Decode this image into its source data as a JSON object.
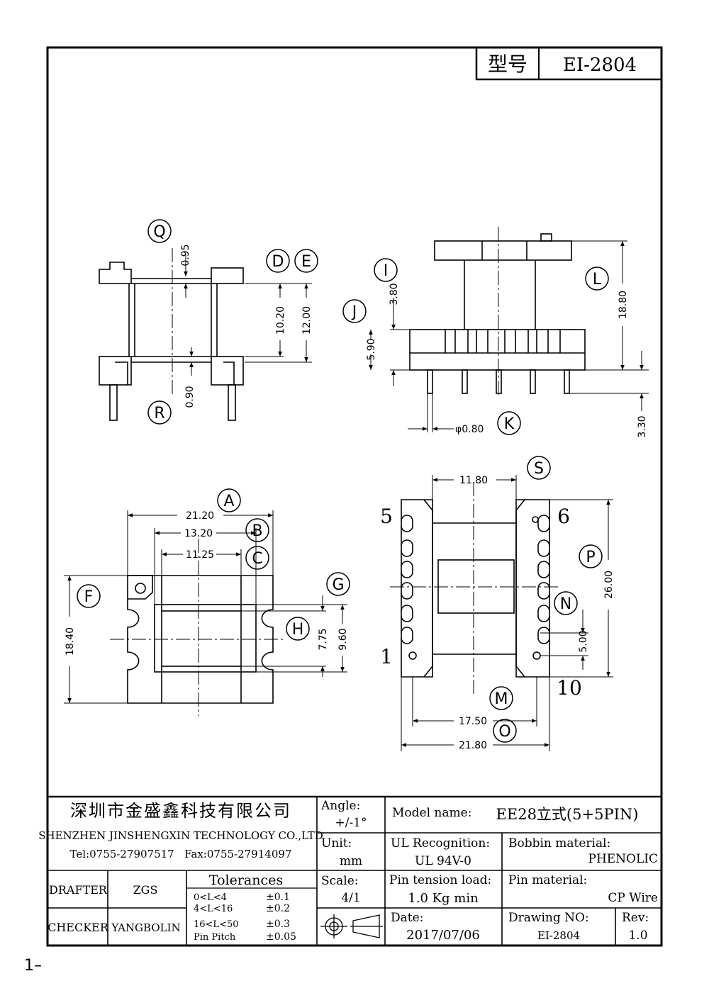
{
  "header": {
    "model_key": "型号",
    "model_value": "EI-2804"
  },
  "top_left_view": {
    "labels": {
      "q": "Q",
      "d": "D",
      "e": "E",
      "r": "R"
    },
    "dims": {
      "d095": "0.95",
      "d1020": "10.20",
      "d1200": "12.00",
      "d090": "0.90"
    }
  },
  "top_right_view": {
    "labels": {
      "i": "I",
      "j": "J",
      "l": "L",
      "k": "K"
    },
    "dims": {
      "d380": "3.80",
      "d590": "5.90",
      "d1880": "18.80",
      "d330": "3.30",
      "d080": "φ0.80"
    }
  },
  "bottom_left_view": {
    "labels": {
      "a": "A",
      "b": "B",
      "c": "C",
      "f": "F",
      "g": "G",
      "h": "H"
    },
    "dims": {
      "d2120": "21.20",
      "d1320": "13.20",
      "d1125": "11.25",
      "d184": "18.40",
      "d775": "7.75",
      "d960": "9.60"
    }
  },
  "bottom_right_view": {
    "labels": {
      "s": "S",
      "p": "P",
      "n": "N",
      "m": "M",
      "o": "O"
    },
    "pins": {
      "p5": "5",
      "p6": "6",
      "p1": "1",
      "p10": "10"
    },
    "dims": {
      "d1180": "11.80",
      "d2600": "26.00",
      "d500": "5.00",
      "d1750": "17.50",
      "d2180": "21.80"
    }
  },
  "title_block": {
    "company_cn": "深圳市金盛鑫科技有限公司",
    "company_en": "SHENZHEN JINSHENGXIN TECHNOLOGY CO.,LTD",
    "contact": "Tel:0755-27907517   Fax:0755-27914097",
    "angle_label": "Angle:",
    "angle_value": "+/-1°",
    "unit_label": "Unit:",
    "unit_value": "mm",
    "scale_label": "Scale:",
    "scale_value": "4/1",
    "model_name_label": "Model name:",
    "model_name_value": "EE28立式(5+5PIN)",
    "ul_label": "UL Recognition:",
    "ul_value": "UL 94V-0",
    "bobbin_label": "Bobbin material:",
    "bobbin_value": "PHENOLIC",
    "pin_tension_label": "Pin tension load:",
    "pin_tension_value": "1.0 Kg min",
    "pin_material_label": "Pin material:",
    "pin_material_value": "CP Wire",
    "date_label": "Date:",
    "date_value": "2017/07/06",
    "drawing_no_label": "Drawing NO:",
    "drawing_no_value": "EI-2804",
    "rev_label": "Rev:",
    "rev_value": "1.0",
    "drafter_label": "DRAFTER",
    "drafter_value": "ZGS",
    "checker_label": "CHECKER",
    "checker_value": "YANGBOLIN",
    "tolerances_title": "Tolerances",
    "tolerances": [
      {
        "range": "0<L<4",
        "tol": "±0.1"
      },
      {
        "range": "4<L<16",
        "tol": "±0.2"
      },
      {
        "range": "16<L<50",
        "tol": "±0.3"
      },
      {
        "range": "Pin Pitch",
        "tol": "±0.05"
      }
    ]
  },
  "page_number": "1–"
}
